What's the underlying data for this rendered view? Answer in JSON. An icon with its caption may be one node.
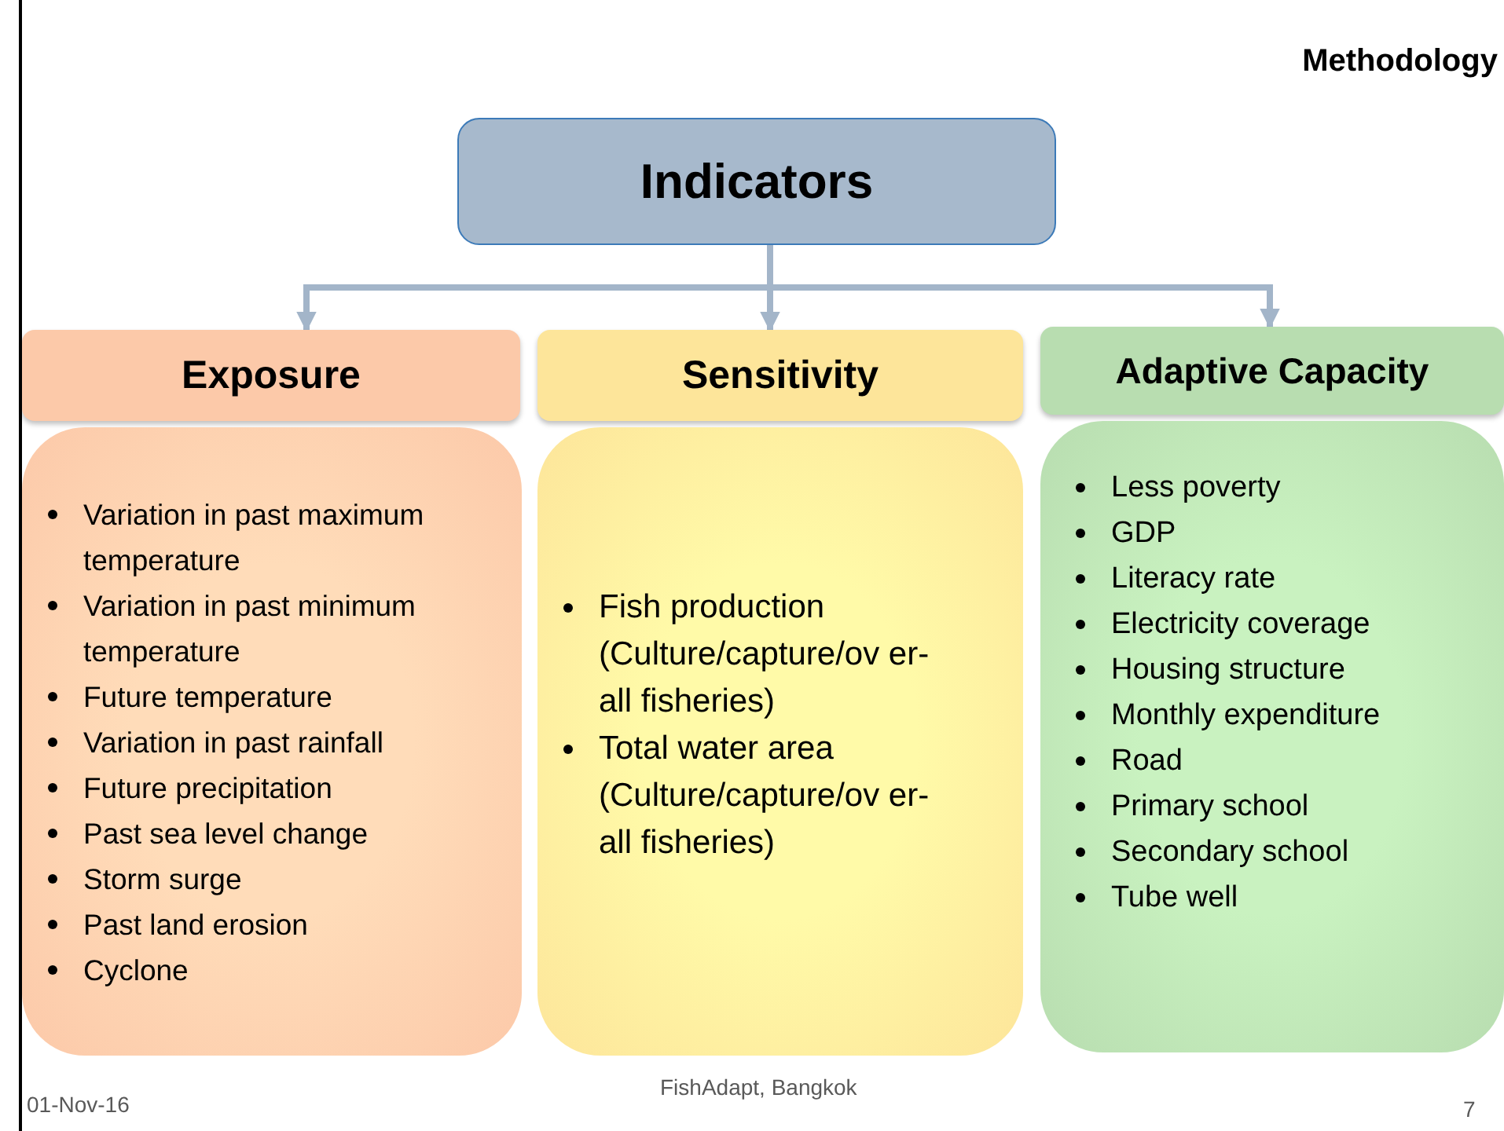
{
  "diagram": {
    "title": "Methodology",
    "nodes": [
      {
        "text": [
          "Indicators"
        ]
      },
      {
        "text": [
          "Exposure"
        ]
      },
      {
        "text": [
          "Sensitivity"
        ]
      },
      {
        "text": [
          "Adaptive Capacity"
        ]
      },
      {
        "text": [
          "Variation in past maximum temperature",
          "Variation in past minimum temperature",
          "Future temperature",
          "Variation in past rainfall",
          "Future precipitation",
          "Past sea level change",
          "Storm surge",
          "Past land erosion",
          "Cyclone"
        ]
      },
      {
        "text": [
          "Fish production (Culture/capture/ov er-all fisheries)",
          "Total water area (Culture/capture/ov er-all fisheries)"
        ]
      },
      {
        "text": [
          "Less poverty",
          "GDP",
          "Literacy rate",
          "Electricity coverage",
          "Housing structure",
          "Monthly expenditure",
          "Road",
          "Primary school",
          "Secondary school",
          "Tube well"
        ]
      }
    ],
    "edges": [
      {
        "from": 0,
        "to": 1,
        "arrow": "to"
      },
      {
        "from": 0,
        "to": 2,
        "arrow": "to"
      },
      {
        "from": 0,
        "to": 3,
        "arrow": "to"
      }
    ],
    "labels": [
      "01-Nov-16",
      "FishAdapt, Bangkok",
      "7"
    ]
  }
}
